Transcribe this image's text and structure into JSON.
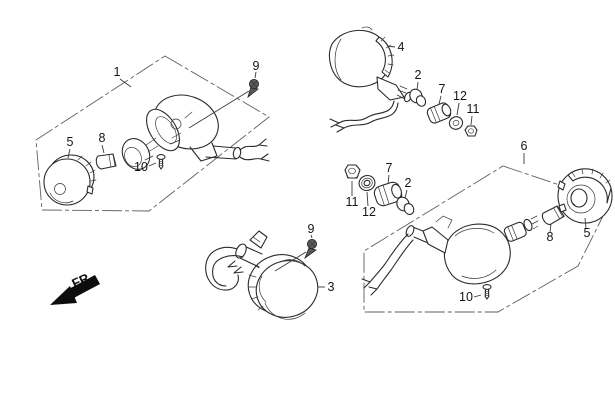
{
  "diagram": {
    "kind": "exploded-parts-diagram-turn-signals",
    "colors": {
      "background": "#ffffff",
      "line": "#2b2b2b",
      "group_outline": "#5f5f5f",
      "label": "#151515"
    },
    "front_marker": {
      "label": "FR."
    },
    "group1": {
      "ref": "1",
      "screw_top": "9",
      "lens": "5",
      "bulb": "8",
      "screw_bottom": "10"
    },
    "assembly4": {
      "body": "4",
      "nut": "2",
      "grommet": "7",
      "washer": "12",
      "locknut": "11"
    },
    "loose_parts": {
      "locknut": "11",
      "washer": "12",
      "grommet": "7",
      "nut": "2"
    },
    "group6": {
      "ref": "6",
      "lens": "5",
      "bulb": "8",
      "screw_bottom": "10"
    },
    "assembly3": {
      "body": "3",
      "screw_top": "9"
    }
  }
}
